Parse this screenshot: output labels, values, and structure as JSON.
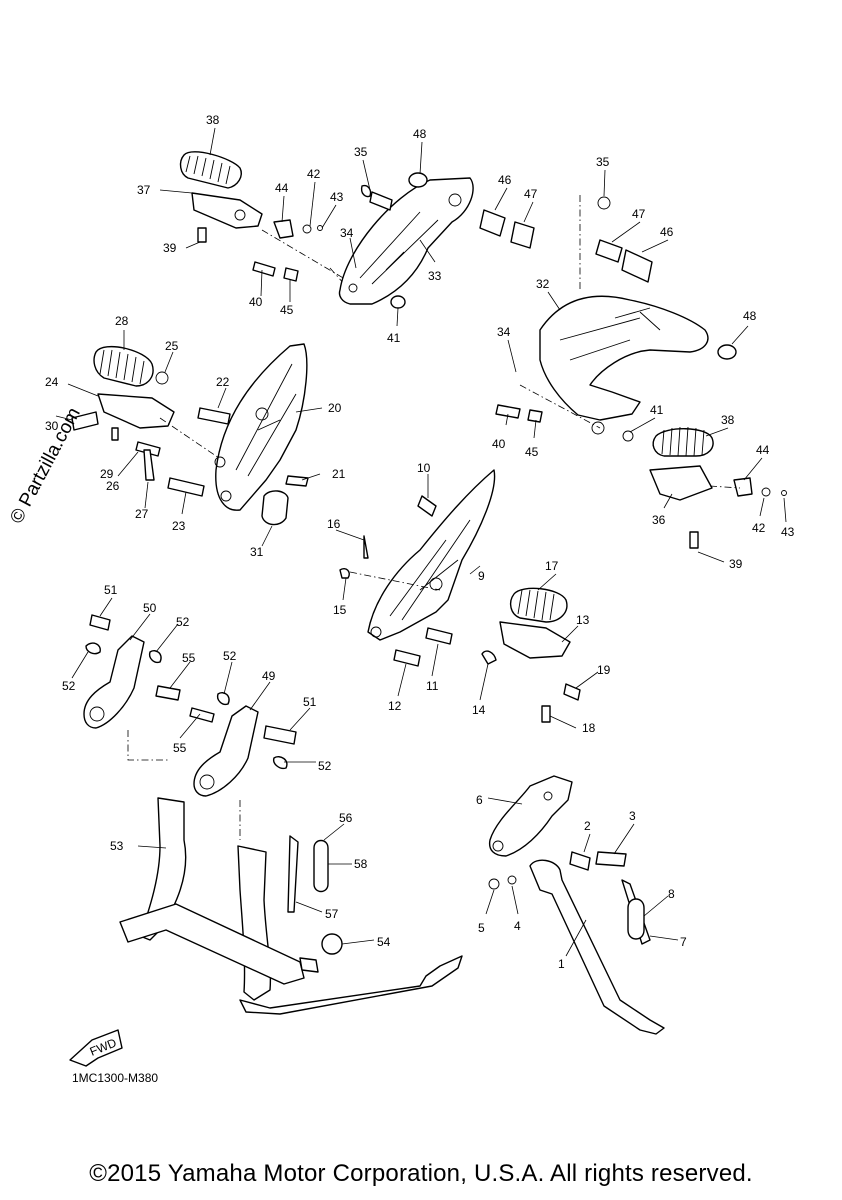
{
  "watermark": "© Partzilla.com",
  "diagram_code": "1MC1300-M380",
  "copyright": "©2015 Yamaha Motor Corporation, U.S.A. All rights reserved.",
  "fwd_label": "FWD",
  "callouts": {
    "c1": "1",
    "c2": "2",
    "c3": "3",
    "c4": "4",
    "c5": "5",
    "c6": "6",
    "c7": "7",
    "c8": "8",
    "c9": "9",
    "c10": "10",
    "c11": "11",
    "c12": "12",
    "c13": "13",
    "c14": "14",
    "c15": "15",
    "c16": "16",
    "c17": "17",
    "c18": "18",
    "c19": "19",
    "c20": "20",
    "c21": "21",
    "c22": "22",
    "c23": "23",
    "c24": "24",
    "c25": "25",
    "c26": "26",
    "c27": "27",
    "c28": "28",
    "c30": "30",
    "c31": "31",
    "c32": "32",
    "c33": "33",
    "c34": "34",
    "c35": "35",
    "c36": "36",
    "c37": "37",
    "c38": "38",
    "c39": "39",
    "c40": "40",
    "c41": "41",
    "c42": "42",
    "c43": "43",
    "c44": "44",
    "c45": "45",
    "c46": "46",
    "c47": "47",
    "c48": "48",
    "c49": "49",
    "c50": "50",
    "c51": "51",
    "c52": "52",
    "c53": "53",
    "c54": "54",
    "c55": "55",
    "c56": "56",
    "c57": "57",
    "c58": "58"
  }
}
